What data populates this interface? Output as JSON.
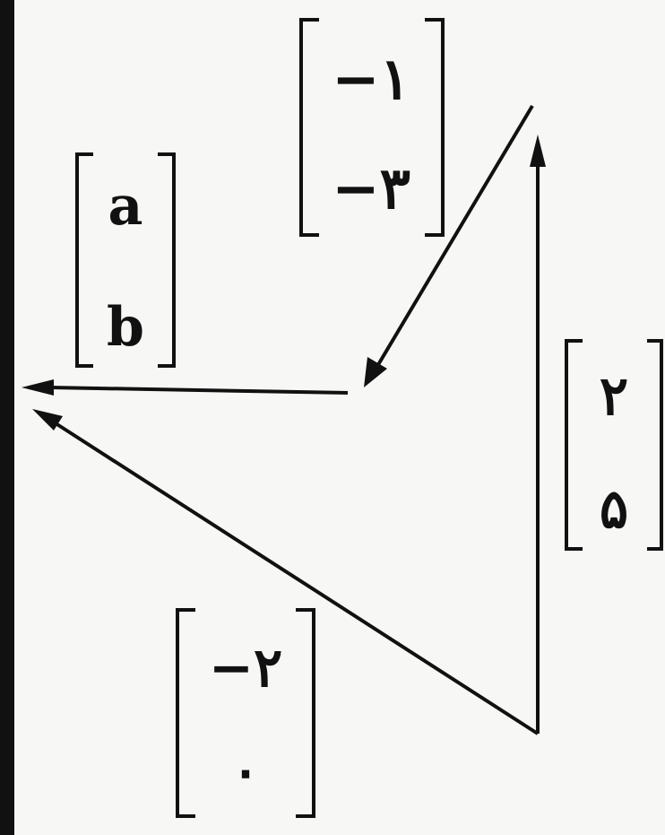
{
  "vectors": {
    "result": {
      "top": "a",
      "bottom": "b"
    },
    "a": {
      "top": "−۱",
      "bottom": "−۳"
    },
    "b": {
      "top": "۲",
      "bottom": "۵"
    },
    "c": {
      "top": "−۲",
      "bottom": "۰"
    }
  },
  "colors": {
    "ink": "#111111",
    "paper": "#f7f7f5"
  }
}
